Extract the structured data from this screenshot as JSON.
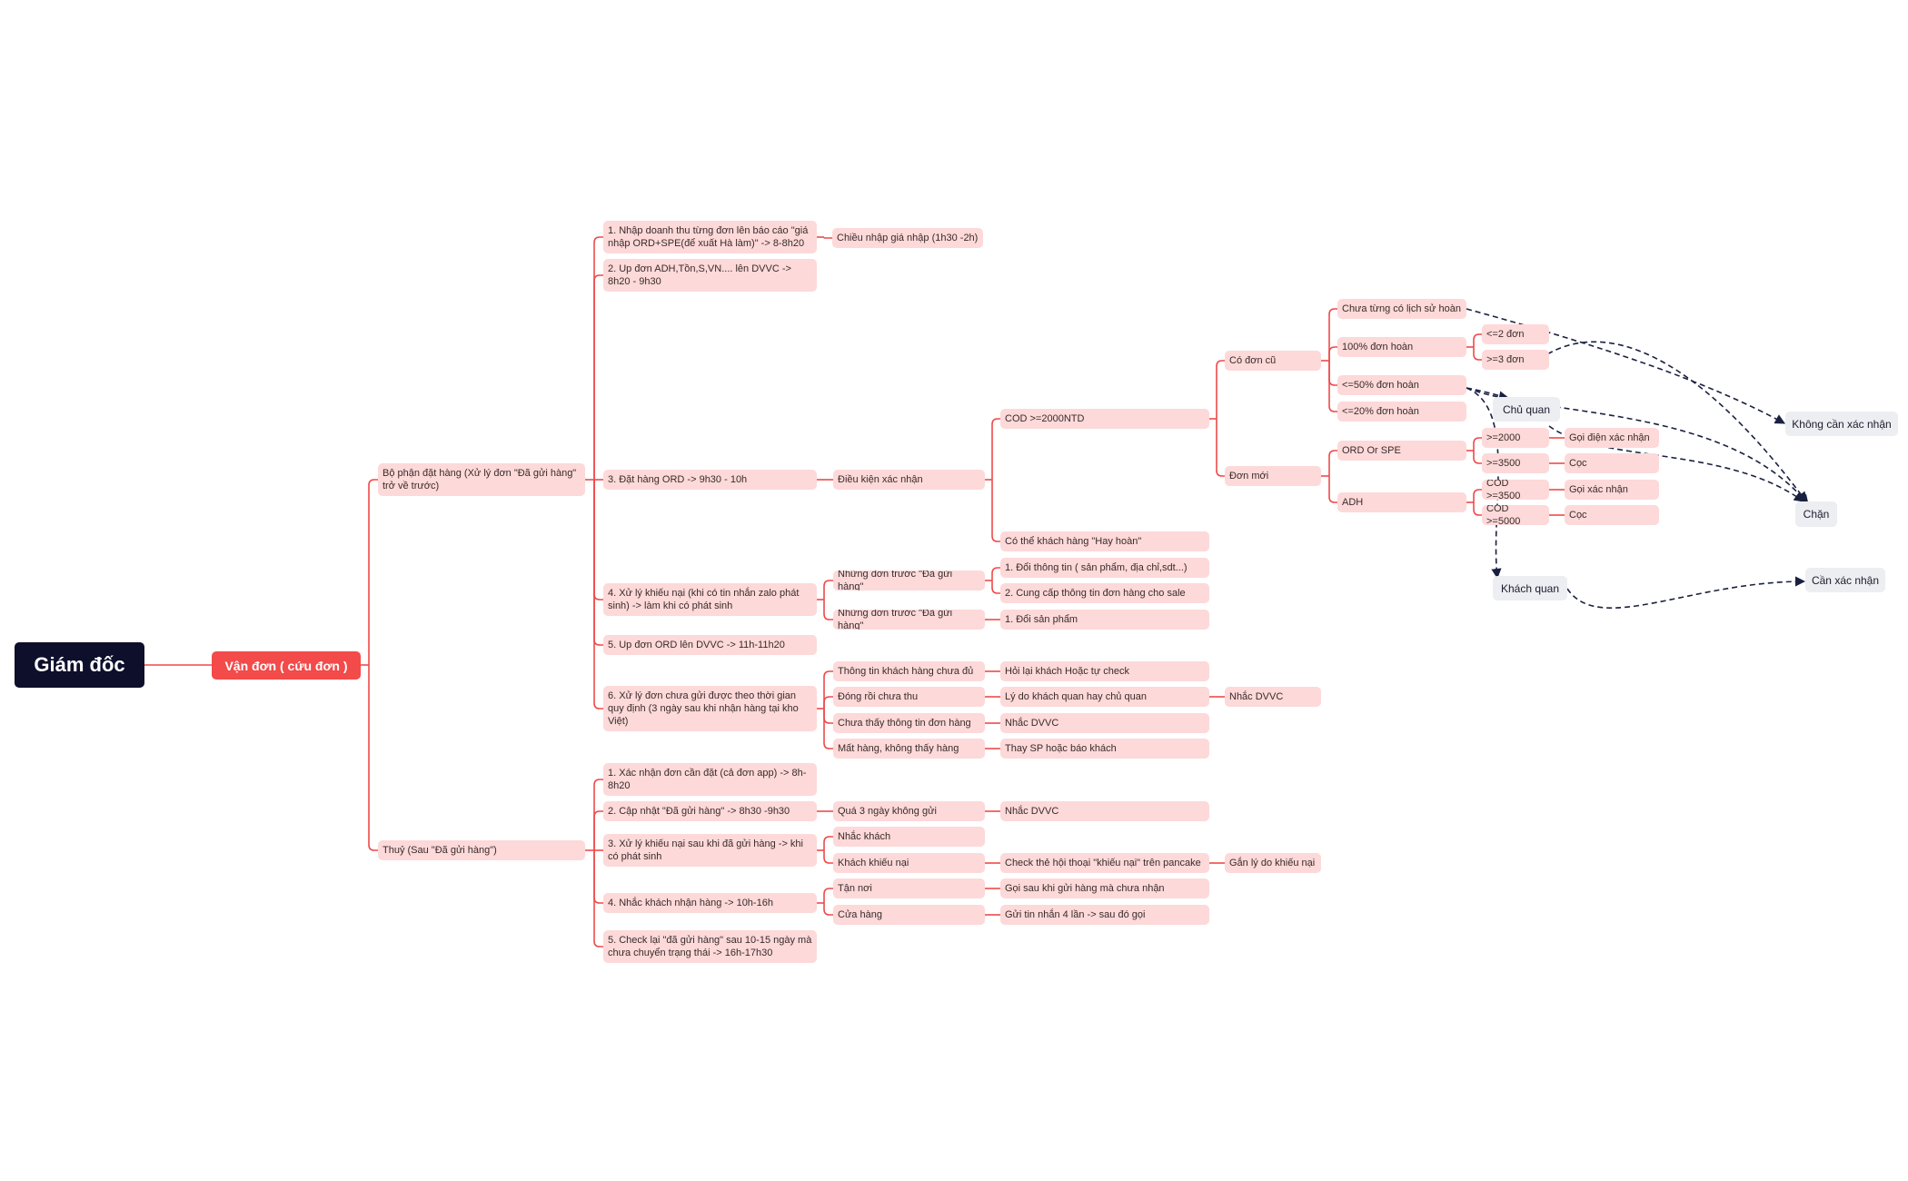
{
  "colors": {
    "branch": "#ef4a4a",
    "node_fill": "#fdd9d9",
    "root_fill": "#0d0f2b",
    "main_fill": "#f34a4a",
    "float_fill": "#eceef2",
    "relation": "#1a2040"
  },
  "nodes": {
    "root": "Giám đốc",
    "main": "Vận đơn ( cứu đơn )",
    "bp": "Bộ phận đặt hàng (Xử lý đơn \"Đã gửi hàng\" trở về trước)",
    "thuy": "Thuỷ (Sau \"Đã gửi hàng\")",
    "a1": "1. Nhập doanh thu từng đơn lên báo cáo \"giá nhập ORD+SPE(để xuất Hà làm)\" -> 8-8h20",
    "a1c": "Chiều nhập giá nhập (1h30 -2h)",
    "a2": "2. Up đơn ADH,Tồn,S,VN.... lên DVVC -> 8h20 - 9h30",
    "a3": "3. Đặt hàng ORD -> 9h30 - 10h",
    "dk": "Điều kiện xác nhận",
    "cod2000": "COD >=2000NTD",
    "cothe": "Có thể khách hàng \"Hay hoàn\"",
    "codon": "Có đơn cũ",
    "donmoi": "Đơn mới",
    "chuatung": "Chưa từng có lịch sử hoàn",
    "p100": "100% đơn hoàn",
    "le2": "<=2 đơn",
    "ge3": ">=3 đơn",
    "le50": "<=50% đơn hoàn",
    "le20": "<=20% đơn hoàn",
    "ordspe": "ORD Or SPE",
    "ge2000": ">=2000",
    "goidien": "Gọi điện xác nhận",
    "ge3500": ">=3500",
    "coc1": "Cọc",
    "adh": "ADH",
    "cod3500": "COD >=3500",
    "goixn": "Gọi xác nhận",
    "cod5000": "COD >=5000",
    "coc2": "Cọc",
    "a4": "4. Xử lý khiếu nại (khi có tin nhắn zalo phát sinh) -> làm khi có phát sinh",
    "nd1": "Những đơn trước \"Đã gửi hàng\"",
    "doitt": "1. Đổi thông tin ( sản phẩm, địa chỉ,sdt...)",
    "cungcap": "2. Cung cấp thông tin đơn hàng cho sale",
    "nd2": "Những đơn trước \"Đã gửi hàng\"",
    "doisp": "1. Đổi sản phẩm",
    "a5": "5. Up đơn ORD lên DVVC ->  11h-11h20",
    "a6": "6. Xử lý đơn chưa gửi được theo thời gian quy định (3 ngày sau khi nhận hàng tại kho Việt)",
    "tt": "Thông tin khách hàng chưa đủ",
    "hoilai": "Hỏi lại khách Hoặc tự check",
    "donggoi": "Đóng rồi chưa thu",
    "lydo": "Lý do khách quan hay chủ quan",
    "nhacdvvc1": "Nhắc DVVC",
    "chuathay": "Chưa thấy thông tin đơn hàng",
    "nhacdvvc2": "Nhắc DVVC",
    "mathang": "Mất hàng, không thấy hàng",
    "thaysp": "Thay SP hoặc báo khách",
    "b1": "1. Xác nhận đơn cần đặt (cả đơn app) -> 8h-8h20",
    "b2": "2. Cập nhật \"Đã gửi hàng\" -> 8h30 -9h30",
    "qua3": "Quá 3 ngày không gửi",
    "nhacdvvc3": "Nhắc DVVC",
    "b3": "3. Xử lý khiếu nại sau khi đã gửi hàng -> khi có phát sinh",
    "nhackhach": "Nhắc khách",
    "kkn": "Khách khiếu nại",
    "checkthe": "Check thẻ hội thoại \"khiếu nại\" trên pancake",
    "ganly": "Gắn lý do khiếu nại",
    "b4": "4. Nhắc khách nhận hàng -> 10h-16h",
    "tannoi": "Tận nơi",
    "goisau": "Gọi sau khi gửi hàng mà chưa nhận",
    "cuahang": "Cửa hàng",
    "guitin": "Gửi tin nhắn 4 lần -> sau đó gọi",
    "b5": "5. Check lại \"đã gửi hàng\" sau 10-15 ngày mà chưa chuyển trạng thái -> 16h-17h30",
    "chuquan": "Chủ quan",
    "khachquan": "Khách quan",
    "khongcan": "Không cần xác nhận",
    "chan": "Chặn",
    "canxn": "Cần xác nhận"
  }
}
